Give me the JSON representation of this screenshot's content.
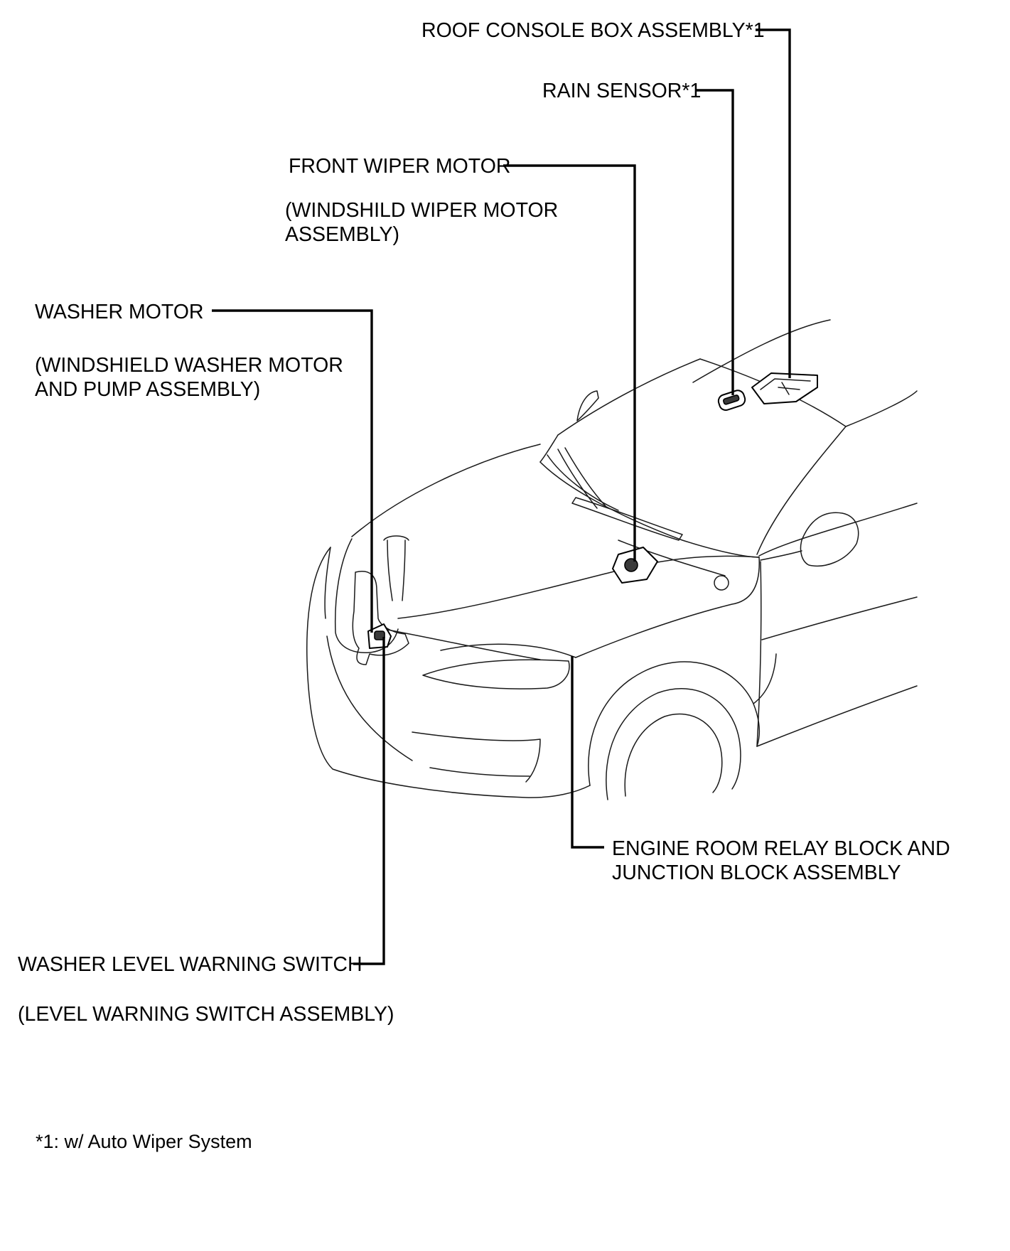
{
  "labels": {
    "roof_console": "ROOF CONSOLE BOX ASSEMBLY*1",
    "rain_sensor": "RAIN SENSOR*1",
    "front_wiper_motor": "FRONT WIPER MOTOR",
    "front_wiper_motor_sub_1": "(WINDSHILD WIPER MOTOR",
    "front_wiper_motor_sub_2": "ASSEMBLY)",
    "washer_motor": "WASHER MOTOR",
    "washer_motor_sub_1": "(WINDSHIELD WASHER MOTOR",
    "washer_motor_sub_2": "AND PUMP ASSEMBLY)",
    "engine_room_1": "ENGINE ROOM RELAY BLOCK AND",
    "engine_room_2": "JUNCTION BLOCK ASSEMBLY",
    "washer_level": "WASHER LEVEL WARNING SWITCH",
    "washer_level_sub": "(LEVEL WARNING SWITCH ASSEMBLY)"
  },
  "footnote": "*1: w/ Auto Wiper System"
}
